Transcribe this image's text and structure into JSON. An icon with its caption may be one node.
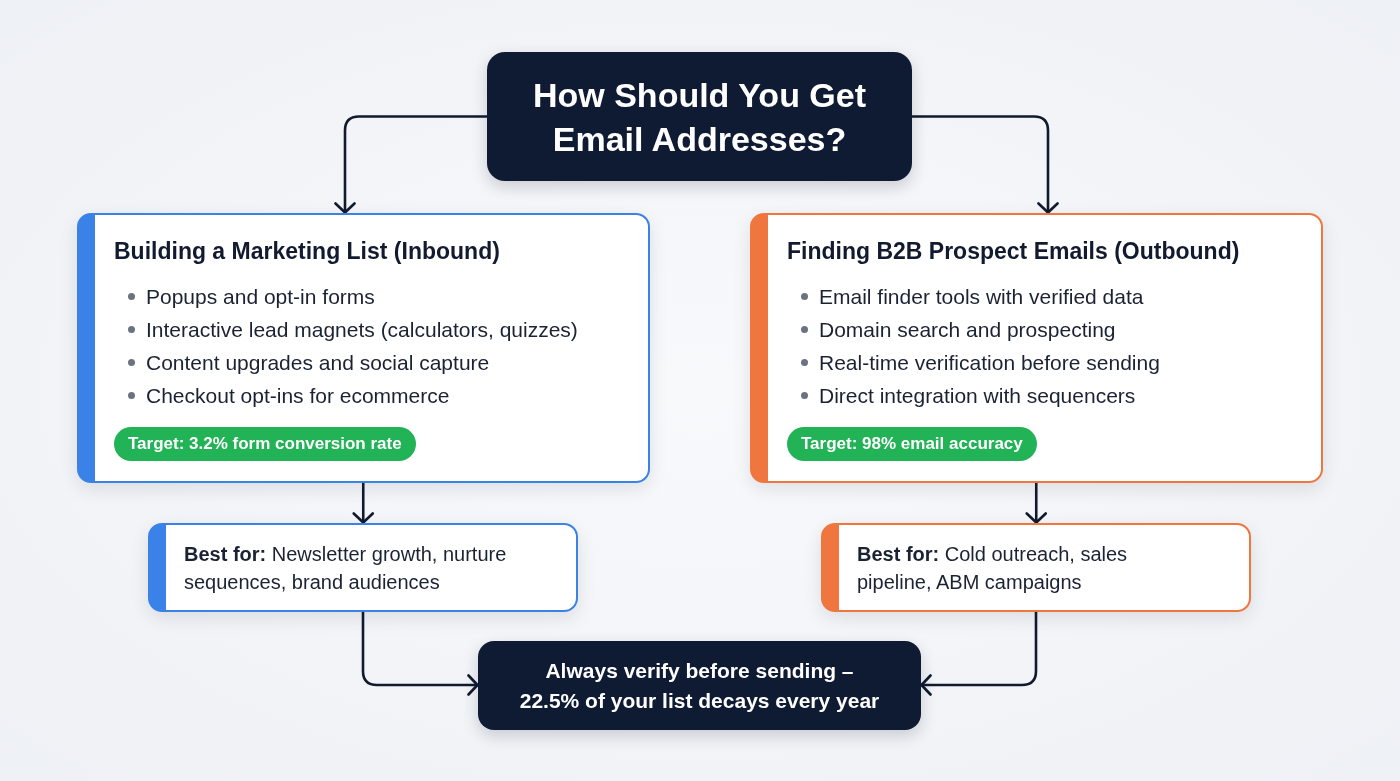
{
  "diagram": {
    "nodes": [
      {
        "text": [
          "How Should You Get Email Addresses?"
        ]
      },
      {
        "text": [
          "Building a Marketing List (Inbound)",
          "Popups and opt-in forms",
          "Interactive lead magnets (calculators, quizzes)",
          "Content upgrades and social capture",
          "Checkout opt-ins for ecommerce"
        ]
      },
      {
        "text": [
          "Target: 3.2% form conversion rate"
        ],
        "in": 1
      },
      {
        "text": [
          "Finding B2B Prospect Emails (Outbound)",
          "Email finder tools with verified data",
          "Domain search and prospecting",
          "Real-time verification before sending",
          "Direct integration with sequencers"
        ]
      },
      {
        "text": [
          "Target: 98% email accuracy"
        ],
        "in": 3
      },
      {
        "text": [
          "**Best for:** Newsletter growth, nurture sequences, brand audiences"
        ]
      },
      {
        "text": [
          "**Best for:** Cold outreach, sales pipeline, ABM campaigns"
        ]
      },
      {
        "text": [
          "Always verify before sending – 22.5% of your list decays every year"
        ]
      }
    ],
    "edges": [
      {
        "from": 0,
        "to": 1,
        "arrow": "to"
      },
      {
        "from": 0,
        "to": 3,
        "arrow": "to"
      },
      {
        "from": 1,
        "to": 5,
        "arrow": "to"
      },
      {
        "from": 3,
        "to": 6,
        "arrow": "to"
      },
      {
        "from": 5,
        "to": 7,
        "arrow": "to"
      },
      {
        "from": 6,
        "to": 7,
        "arrow": "to"
      }
    ]
  }
}
